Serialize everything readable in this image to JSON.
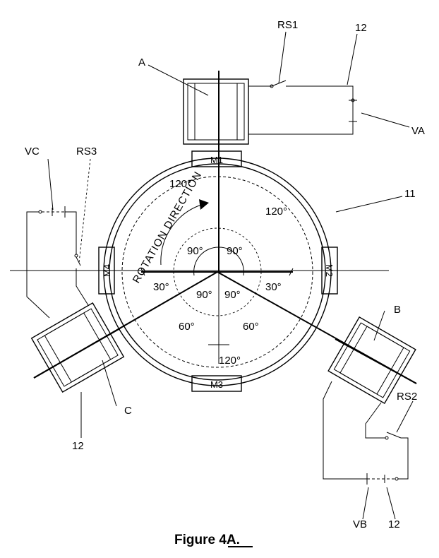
{
  "figure": {
    "caption": "Figure 4A.",
    "rotation_label": "ROTATION DIRECTION",
    "labels": {
      "coil_a": "A",
      "coil_b": "B",
      "coil_c": "C",
      "rs1": "RS1",
      "rs2": "RS2",
      "rs3": "RS3",
      "va": "VA",
      "vb": "VB",
      "vc": "VC",
      "ref_top": "12",
      "ref_left": "12",
      "ref_bottom": "12",
      "ref_ring": "11"
    },
    "magnets": {
      "m1": "M1",
      "m2": "M2",
      "m3": "M3",
      "m4": "M4"
    },
    "angles": {
      "top_left_120": "120°",
      "top_right_120": "120°",
      "bottom_120": "120°",
      "inner_tl_90": "90°",
      "inner_tr_90": "90°",
      "inner_bl_90": "90°",
      "inner_br_90": "90°",
      "left_30": "30°",
      "right_30": "30°",
      "left_60": "60°",
      "right_60": "60°"
    }
  }
}
